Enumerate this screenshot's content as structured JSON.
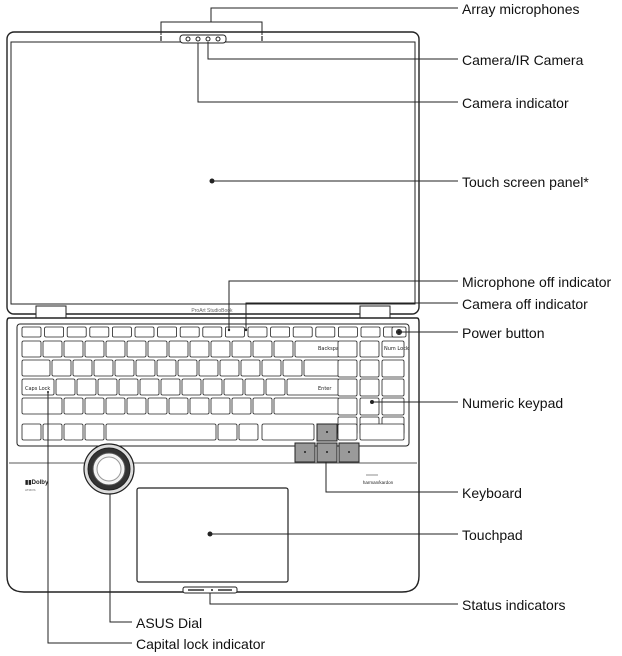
{
  "labels": {
    "array_microphones": "Array microphones",
    "camera_ir": "Camera/IR Camera",
    "camera_indicator": "Camera indicator",
    "touch_screen": "Touch screen panel*",
    "mic_off_indicator": "Microphone off indicator",
    "camera_off_indicator": "Camera off indicator",
    "power_button": "Power button",
    "numeric_keypad": "Numeric keypad",
    "keyboard": "Keyboard",
    "touchpad": "Touchpad",
    "status_indicators": "Status indicators",
    "asus_dial": "ASUS Dial",
    "caps_lock_indicator": "Capital lock indicator"
  },
  "device": {
    "bezel_text": "ProArt StudioBook",
    "dolby_logo_text": "Dolby",
    "speaker_brand_text": "harman/kardon",
    "caps_key_label": "Caps Lock",
    "backspace_label": "Backspace",
    "enter_label": "Enter",
    "numlock_label": "Num Lock"
  }
}
